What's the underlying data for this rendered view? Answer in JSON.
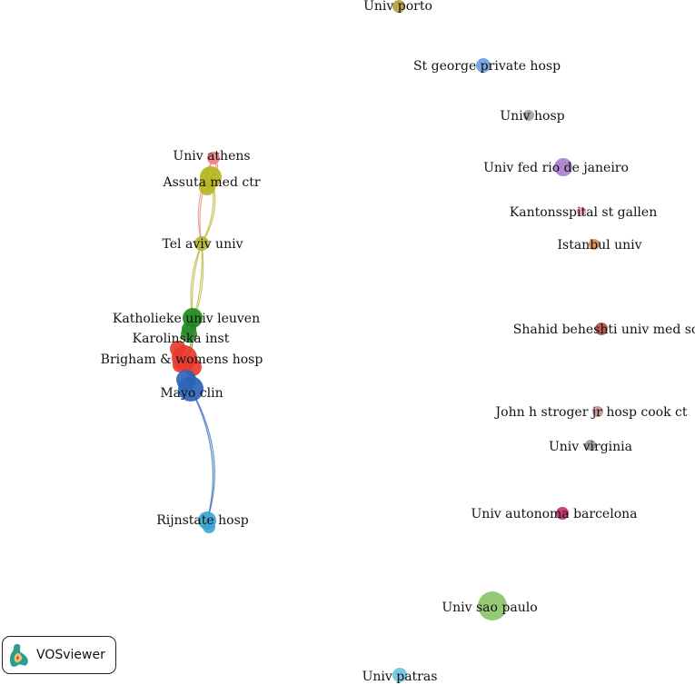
{
  "network": {
    "nodes": [
      {
        "id": "porto",
        "label": "Univ porto",
        "color": "#b5a23a"
      },
      {
        "id": "stgeorge",
        "label": "St george private hosp",
        "color": "#6f9fe0"
      },
      {
        "id": "univhosp",
        "label": "Univ hosp",
        "color": "#a0a0a0"
      },
      {
        "id": "athens",
        "label": "Univ athens",
        "color": "#f08080"
      },
      {
        "id": "riodejan",
        "label": "Univ fed rio de janeiro",
        "color": "#a77fcc"
      },
      {
        "id": "assuta",
        "label": "Assuta med ctr",
        "color": "#b5b51c"
      },
      {
        "id": "stgallen",
        "label": "Kantonsspital st gallen",
        "color": "#e88fc0"
      },
      {
        "id": "telaviv",
        "label": "Tel aviv univ",
        "color": "#b3b535"
      },
      {
        "id": "istanbul",
        "label": "Istanbul univ",
        "color": "#d98a50"
      },
      {
        "id": "leuven",
        "label": "Katholieke univ leuven",
        "color": "#1d8a1d"
      },
      {
        "id": "shahid",
        "label": "Shahid beheshti univ med sci",
        "color": "#b5524a"
      },
      {
        "id": "karolinska",
        "label": "Karolinska inst",
        "color": "#2e8b2e"
      },
      {
        "id": "brigham",
        "label": "Brigham & womens hosp",
        "color": "#e8392d"
      },
      {
        "id": "mayo",
        "label": "Mayo clin",
        "color": "#2a63b8"
      },
      {
        "id": "stroger",
        "label": "John h stroger jr hosp cook ct",
        "color": "#c49494"
      },
      {
        "id": "virginia",
        "label": "Univ virginia",
        "color": "#9a9a9a"
      },
      {
        "id": "barcelona",
        "label": "Univ autonoma barcelona",
        "color": "#c42f6e"
      },
      {
        "id": "rijnstate",
        "label": "Rijnstate hosp",
        "color": "#3aa5d6"
      },
      {
        "id": "saopaulo",
        "label": "Univ sao paulo",
        "color": "#8cc46a"
      },
      {
        "id": "patras",
        "label": "Univ patras",
        "color": "#6fc3df"
      }
    ],
    "links": [
      {
        "source": "athens",
        "target": "assuta"
      },
      {
        "source": "athens",
        "target": "telaviv"
      },
      {
        "source": "assuta",
        "target": "telaviv"
      },
      {
        "source": "telaviv",
        "target": "leuven"
      },
      {
        "source": "telaviv",
        "target": "karolinska"
      },
      {
        "source": "leuven",
        "target": "karolinska"
      },
      {
        "source": "karolinska",
        "target": "brigham"
      },
      {
        "source": "brigham",
        "target": "mayo"
      },
      {
        "source": "mayo",
        "target": "rijnstate"
      }
    ]
  },
  "badge": {
    "label": "VOSviewer"
  }
}
